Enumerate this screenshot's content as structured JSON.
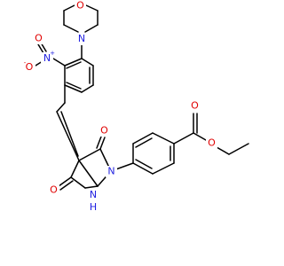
{
  "structure": {
    "colors": {
      "bond": "#000000",
      "oxygen": "#e00000",
      "nitrogen": "#2020e0"
    },
    "labels": {
      "morpholine_o": "O",
      "morpholine_n": "N",
      "nitro_n": "N",
      "nitro_n_charge": "+",
      "nitro_o_single": "O",
      "nitro_o_single_charge": "-",
      "nitro_o_double": "O",
      "c5_carbonyl_o": "O",
      "c3_carbonyl_o": "O",
      "pyrazolidine_n1": "N",
      "pyrazolidine_n2": "N",
      "pyrazolidine_nh": "H",
      "ester_carbonyl_o": "O",
      "ester_o": "O"
    }
  }
}
